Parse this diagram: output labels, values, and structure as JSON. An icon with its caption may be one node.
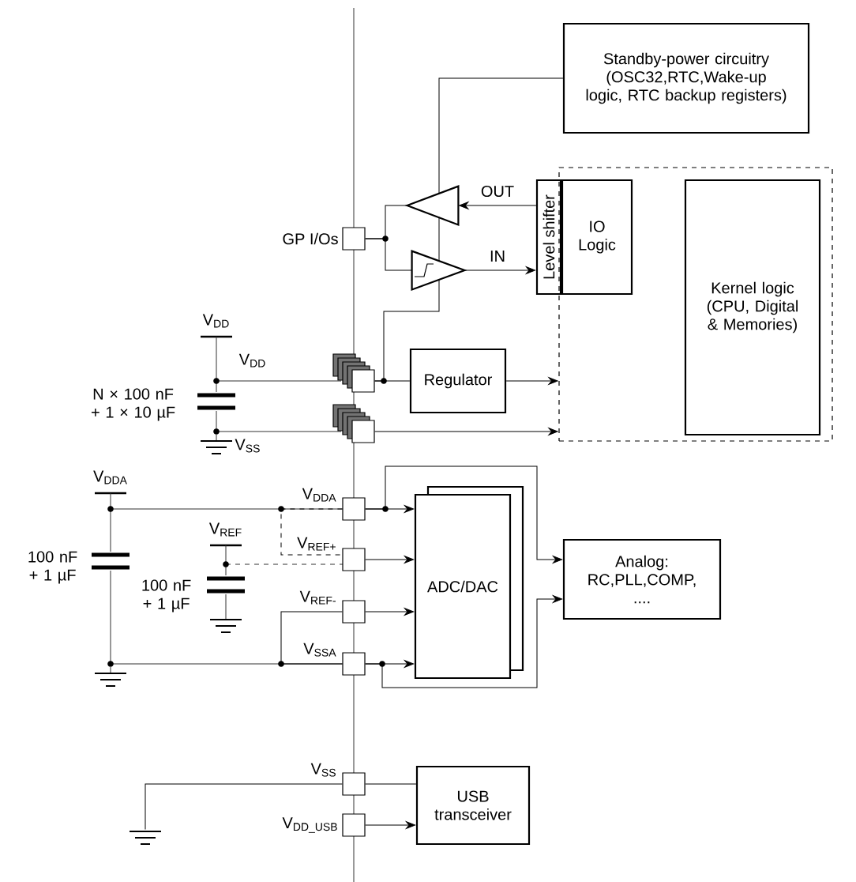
{
  "diagram": {
    "nodes": [
      {
        "text": [
          "Standby-power circuitry (OSC32,RTC,Wake-up logic, RTC backup registers)"
        ]
      },
      {
        "text": [
          "Level shifter"
        ]
      },
      {
        "text": [],
        "shape": "box"
      },
      {
        "text": [
          "IO Logic"
        ],
        "in": 2
      },
      {
        "text": [
          "Kernel logic (CPU, Digital & Memories)"
        ],
        "in": 2
      },
      {
        "text": [],
        "shape": "triangle"
      },
      {
        "text": [],
        "shape": "triangle"
      },
      {
        "text": [],
        "shape": "box",
        "beside": [
          "GP I/Os"
        ]
      },
      {
        "text": [],
        "shape": "box"
      },
      {
        "text": [],
        "shape": "box"
      },
      {
        "text": [
          "Regulator"
        ]
      },
      {
        "text": [],
        "shape": "box",
        "beside": [
          "V$_{DDA}$"
        ]
      },
      {
        "text": [],
        "shape": "box",
        "beside": [
          "V$_{REF+}$"
        ]
      },
      {
        "text": [],
        "shape": "box",
        "beside": [
          "V$_{REF-}$"
        ]
      },
      {
        "text": [],
        "shape": "box",
        "beside": [
          "V$_{SSA}$"
        ]
      },
      {
        "text": [
          "ADC/DAC"
        ]
      },
      {
        "text": [
          "Analog: RC,PLL,COMP, ...."
        ]
      },
      {
        "text": [],
        "shape": "box",
        "beside": [
          "V$_{SS}$"
        ]
      },
      {
        "text": [],
        "shape": "box",
        "beside": [
          "V$_{DD_USB}$"
        ]
      },
      {
        "text": [
          "USB transceiver"
        ]
      },
      {
        "text": [],
        "shape": "ground"
      }
    ],
    "edges": [
      {
        "from": 0,
        "to": 5,
        "arrow": "none"
      },
      {
        "from": 5,
        "to": 6,
        "arrow": "none"
      },
      {
        "from": 6,
        "to": 8,
        "arrow": "none"
      },
      {
        "from": 1,
        "to": 5,
        "arrow": "to",
        "label": "OUT"
      },
      {
        "from": 6,
        "to": 1,
        "arrow": "to",
        "label": "IN"
      },
      {
        "from": 7,
        "to": 5,
        "arrow": "none"
      },
      {
        "from": 7,
        "to": 6,
        "arrow": "none"
      },
      {
        "from": 8,
        "to": 10,
        "arrow": "none"
      },
      {
        "from": 10,
        "to": 2,
        "arrow": "to"
      },
      {
        "from": 9,
        "to": 2,
        "arrow": "to"
      },
      {
        "from": 11,
        "to": 15,
        "arrow": "to"
      },
      {
        "from": 12,
        "to": 15,
        "arrow": "to"
      },
      {
        "from": 13,
        "to": 15,
        "arrow": "to"
      },
      {
        "from": 14,
        "to": 15,
        "arrow": "to"
      },
      {
        "from": 11,
        "to": 16,
        "arrow": "to"
      },
      {
        "from": 14,
        "to": 16,
        "arrow": "to"
      },
      {
        "from": 11,
        "to": 12,
        "arrow": "none",
        "style": "dashed"
      },
      {
        "from": 13,
        "to": 14,
        "arrow": "none"
      },
      {
        "from": 17,
        "to": 19,
        "arrow": "none"
      },
      {
        "from": 18,
        "to": 19,
        "arrow": "to"
      },
      {
        "from": 17,
        "to": 20,
        "arrow": "none"
      }
    ],
    "labels": [
      "V$_{DD}$",
      "V$_{DD}$",
      "N × 100 nF + 1 × 10 µF",
      "V$_{SS}$",
      "V$_{DDA}$",
      "100 nF + 1 µF",
      "V$_{REF}$",
      "100 nF + 1 µF"
    ]
  }
}
